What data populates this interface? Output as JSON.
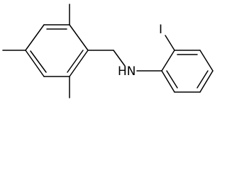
{
  "structure": {
    "atoms": [
      {
        "id": "I",
        "label": "I"
      },
      {
        "id": "N",
        "label": "HN"
      }
    ],
    "colors": {
      "bond": "#000000",
      "label": "#000000",
      "background": "#ffffff"
    }
  }
}
